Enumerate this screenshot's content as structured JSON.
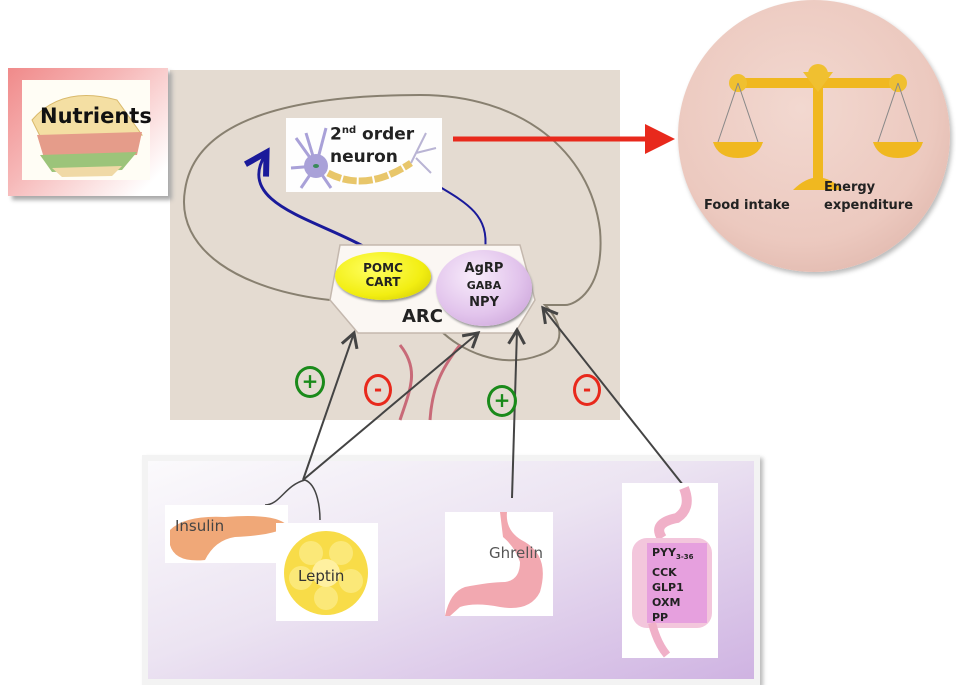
{
  "nutrients": {
    "label": "Nutrients"
  },
  "neuron": {
    "line1": "2",
    "sup": "nd",
    "line1_rest": " order",
    "line2": "neuron"
  },
  "arc": {
    "label": "ARC",
    "pomc_cart": [
      "POMC",
      "CART"
    ],
    "agrp_gaba_npy": [
      "AgRP",
      "GABA",
      "NPY"
    ]
  },
  "balance": {
    "left_label": "Food intake",
    "right_label_1": "Energy",
    "right_label_2": "expenditure"
  },
  "signs": [
    {
      "symbol": "+",
      "color": "#1a8a1a"
    },
    {
      "symbol": "-",
      "color": "#e8291c"
    },
    {
      "symbol": "+",
      "color": "#1a8a1a"
    },
    {
      "symbol": "-",
      "color": "#e8291c"
    }
  ],
  "hormones": {
    "insulin": "Insulin",
    "leptin": "Leptin",
    "ghrelin": "Ghrelin",
    "gut": [
      "PYY",
      "CCK",
      "GLP1",
      "OXM",
      "PP"
    ],
    "gut_sub": "3-36"
  },
  "colors": {
    "brain_bg": "#e4dbd1",
    "output_arrow": "#e8291c",
    "neuron_arrow": "#1a1a9a",
    "pomc": "#f2ee12",
    "agrp": "#e2c4ec",
    "balance_circle": "#ecc9bf",
    "gold": "#f0b820"
  }
}
